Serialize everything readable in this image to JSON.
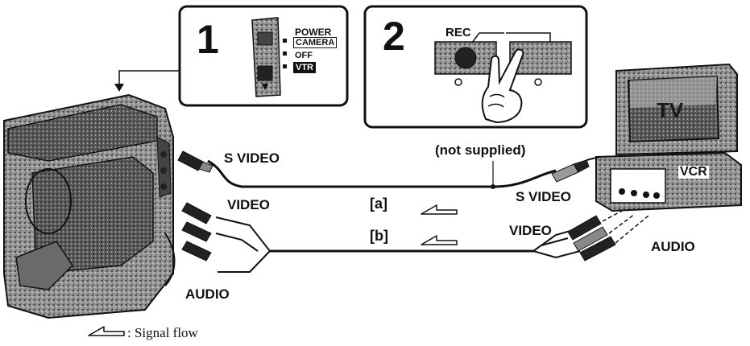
{
  "steps": {
    "step1": {
      "number": "1",
      "power_label": "POWER",
      "positions": [
        "CAMERA",
        "OFF",
        "VTR"
      ]
    },
    "step2": {
      "number": "2",
      "rec_label": "REC"
    }
  },
  "labels": {
    "not_supplied": "(not supplied)",
    "s_video_camera": "S VIDEO",
    "video_camera": "VIDEO",
    "audio_camera": "AUDIO",
    "s_video_vcr": "S VIDEO",
    "video_vcr": "VIDEO",
    "audio_vcr": "AUDIO",
    "cable_a": "[a]",
    "cable_b": "[b]",
    "tv": "TV",
    "vcr": "VCR",
    "legend_text": ": Signal flow"
  },
  "colors": {
    "ink": "#111111",
    "body_gray": "#8a8a8a",
    "dark_gray": "#3a3a3a"
  },
  "icons": [
    "signal-flow-arrow-icon",
    "hand-icon",
    "power-switch-icon",
    "camcorder-icon",
    "tv-icon",
    "vcr-icon"
  ]
}
